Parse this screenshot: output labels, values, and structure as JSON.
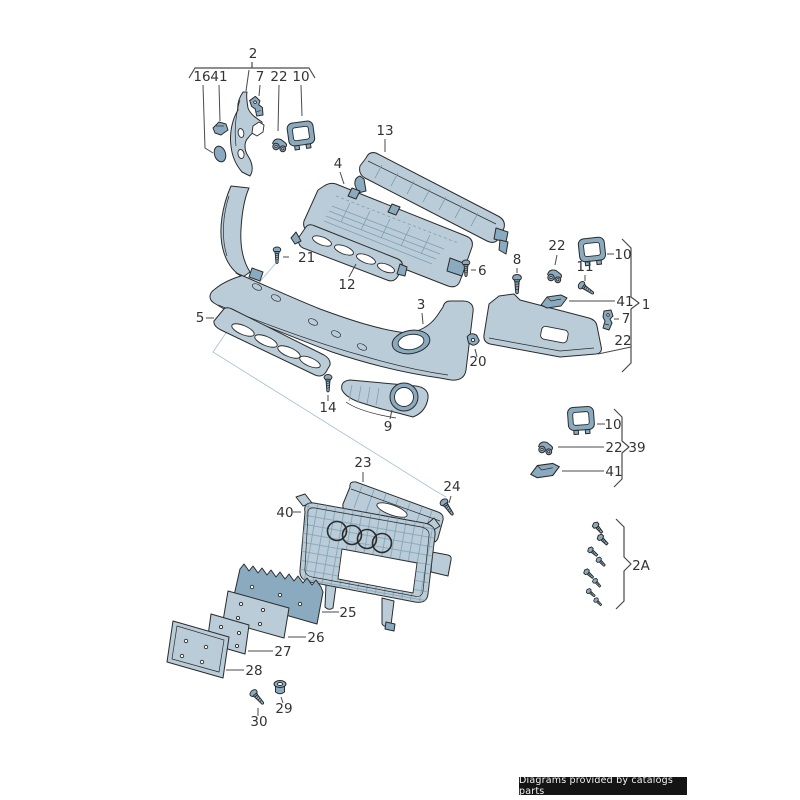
{
  "callouts": {
    "1": "1",
    "2": "2",
    "2A": "2A",
    "3": "3",
    "4": "4",
    "5": "5",
    "6": "6",
    "7": "7",
    "8": "8",
    "9": "9",
    "10": "10",
    "11": "11",
    "12": "12",
    "13": "13",
    "14": "14",
    "16": "16",
    "20": "20",
    "21": "21",
    "22": "22",
    "23": "23",
    "24": "24",
    "25": "25",
    "26": "26",
    "27": "27",
    "28": "28",
    "29": "29",
    "30": "30",
    "39": "39",
    "40": "40",
    "41": "41"
  },
  "footer": {
    "credit": "Diagrams provided by catalogs parts"
  },
  "colors": {
    "fill": "#b9ccd8",
    "mid": "#8aabbf",
    "dark": "#6f95ad",
    "hatch": "#7fa0b5",
    "outline": "#2b2b2b",
    "label": "#333333",
    "leader": "#4a4a4a",
    "asm": "#a9c3d3",
    "footer_bg": "#141414",
    "footer_text": "#f2f2f2",
    "bg": "#ffffff"
  }
}
